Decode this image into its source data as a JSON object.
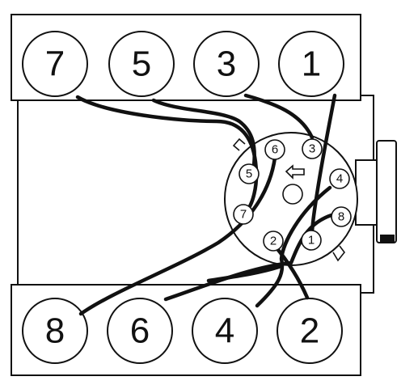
{
  "top_bank": {
    "cylinders": [
      {
        "number": "7"
      },
      {
        "number": "5"
      },
      {
        "number": "3"
      },
      {
        "number": "1"
      }
    ]
  },
  "bottom_bank": {
    "cylinders": [
      {
        "number": "8"
      },
      {
        "number": "6"
      },
      {
        "number": "4"
      },
      {
        "number": "2"
      }
    ]
  },
  "distributor": {
    "terminals": [
      {
        "number": "6"
      },
      {
        "number": "3"
      },
      {
        "number": "5"
      },
      {
        "number": "4"
      },
      {
        "number": "7"
      },
      {
        "number": "8"
      },
      {
        "number": "2"
      },
      {
        "number": "1"
      }
    ],
    "rotation_arrow": "arrow-icon"
  },
  "colors": {
    "ink": "#111111",
    "background": "#ffffff"
  }
}
